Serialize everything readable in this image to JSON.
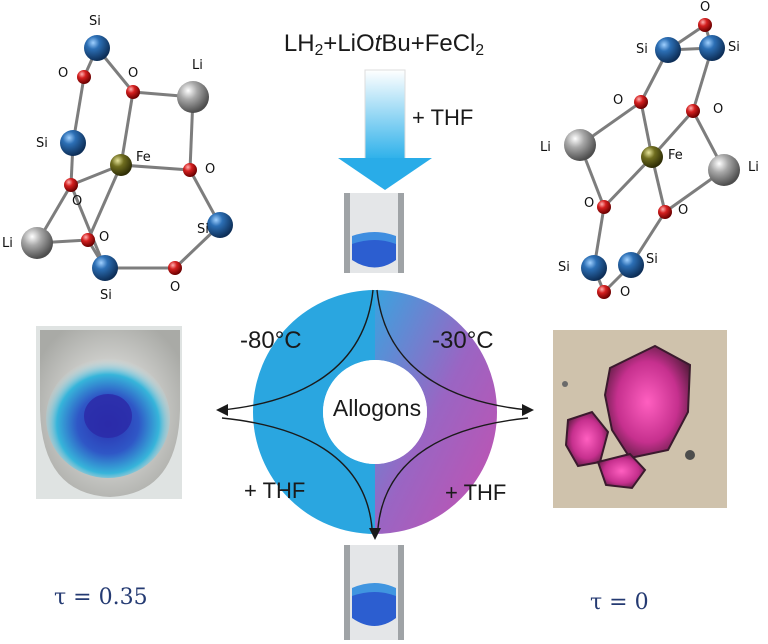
{
  "reaction": {
    "lh": "LH",
    "sub1": "2",
    "mid": "+LiO",
    "t": "t",
    "bu": "Bu+FeCl",
    "sub2": "2"
  },
  "labels": {
    "thf_top": "+ THF",
    "temp_left": "-80°C",
    "temp_right": "-30°C",
    "center": "Allogons",
    "thf_bottom_left": "+ THF",
    "thf_bottom_right": "+ THF",
    "tau_left": "τ = 0.35",
    "tau_right": "τ = 0"
  },
  "left_structure": {
    "si_top": "Si",
    "o_top": "O",
    "o_mid": "O",
    "li_top": "Li",
    "si_left": "Si",
    "fe": "Fe",
    "o_right": "O",
    "o_lowleft": "O",
    "li_left": "Li",
    "o_low": "O",
    "s_right": "Si",
    "si_bottom": "Si",
    "o_bottom": "O"
  },
  "right_structure": {
    "o_top": "O",
    "si_tl": "Si",
    "si_tr": "Si",
    "o_l": "O",
    "o_r": "O",
    "li_l": "Li",
    "fe": "Fe",
    "li_r": "Li",
    "o_bl": "O",
    "o_br": "O",
    "si_bl": "Si",
    "si_br": "Si",
    "o_bottom": "O"
  },
  "colors": {
    "silicon": "#1f5f9e",
    "oxygen": "#c81d1d",
    "lithium": "#9a9a9a",
    "iron": "#6b6a1e",
    "ring_blue": "#2aa6e0",
    "ring_magenta": "#c24fb0"
  }
}
